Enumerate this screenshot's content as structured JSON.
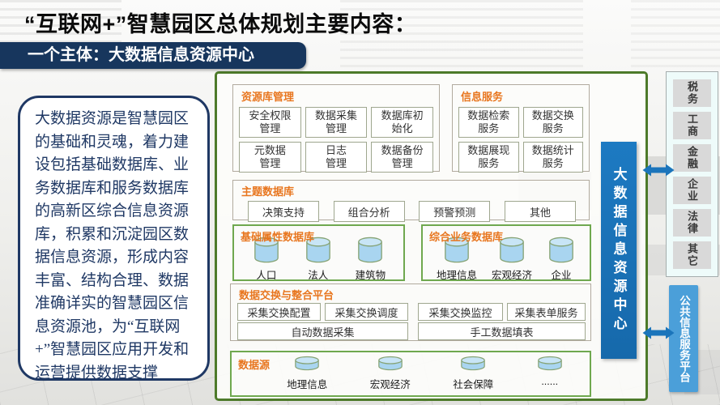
{
  "slide": {
    "title": "“互联网+”智慧园区总体规划主要内容：",
    "banner": "一个主体：大数据信息资源中心",
    "intro": "大数据资源是智慧园区的基础和灵魂，着力建设包括基础数据库、业务数据库和服务数据库的高新区综合信息资源库，积累和沉淀园区数据信息资源，形成内容丰富、结构合理、数据准确详实的智慧园区信息资源池，为“互联网+”智慧园区应用开发和运营提供数据支撑"
  },
  "diagram": {
    "center_bar": "大数据信息资源中心",
    "resource_mgmt": {
      "label": "资源库管理",
      "items": [
        "安全权限\n管理",
        "数据采集\n管理",
        "数据库初\n始化",
        "元数据\n管理",
        "日志\n管理",
        "数据备份\n管理"
      ]
    },
    "info_service": {
      "label": "信息服务",
      "items": [
        "数据检索\n服务",
        "数据交换\n服务",
        "数据展现\n服务",
        "数据统计\n服务"
      ]
    },
    "theme_db": {
      "label": "主题数据库",
      "items": [
        "决策支持",
        "组合分析",
        "预警预测",
        "其他"
      ]
    },
    "base_db": {
      "label": "基础属性数据库",
      "items": [
        "人口",
        "法人",
        "建筑物"
      ]
    },
    "business_db": {
      "label": "综合业务数据库",
      "items": [
        "地理信息",
        "宏观经济",
        "企业"
      ]
    },
    "exchange": {
      "label": "数据交换与整合平台",
      "row1": [
        "采集交换配置",
        "采集交换调度",
        "采集交换监控",
        "采集表单服务"
      ],
      "row2": [
        "自动数据采集",
        "手工数据填表"
      ]
    },
    "source": {
      "label": "数据源",
      "items": [
        "地理信息",
        "宏观经济",
        "社会保障",
        "......"
      ]
    }
  },
  "right_panel": {
    "items": [
      "税务",
      "工商",
      "金融",
      "企业",
      "法律",
      "其它"
    ]
  },
  "public_platform": {
    "label": "公共信息服务平台"
  },
  "colors": {
    "banner_navy": "#17365d",
    "accent_orange": "#e8761f",
    "bar_blue": "#1b75bb",
    "platform_blue": "#4b9fd9",
    "outer_border_green": "#4d7a2a",
    "section_border_green": "#6fa84f",
    "cylinder_blue": "#a9d5f0"
  }
}
